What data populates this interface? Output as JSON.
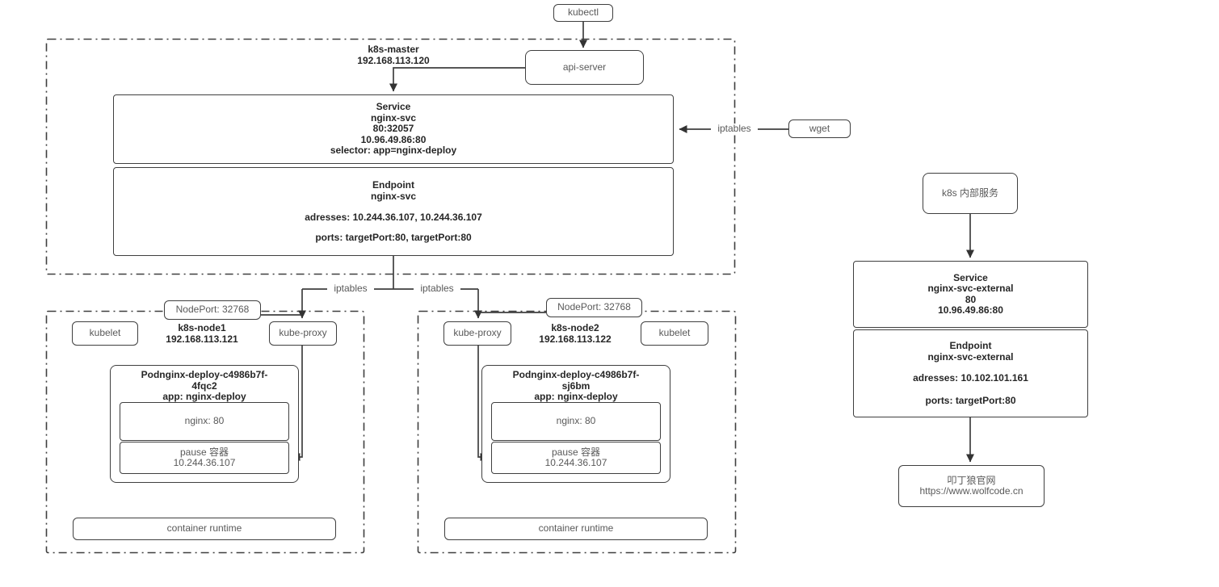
{
  "colors": {
    "border": "#3f3f3f",
    "text_dark": "#262626",
    "text_gray": "#595959",
    "background": "#ffffff"
  },
  "top": {
    "kubectl": "kubectl",
    "api_server": "api-server",
    "wget": "wget"
  },
  "labels": {
    "iptables_wget": "iptables",
    "iptables_node1": "iptables",
    "iptables_node2": "iptables"
  },
  "master": {
    "name": "k8s-master",
    "ip": "192.168.113.120",
    "service": {
      "title": "Service",
      "name": "nginx-svc",
      "port": "80:32057",
      "cluster_ip": "10.96.49.86:80",
      "selector": "selector: app=nginx-deploy"
    },
    "endpoint": {
      "title": "Endpoint",
      "name": "nginx-svc",
      "addresses": "adresses: 10.244.36.107, 10.244.36.107",
      "ports": "ports: targetPort:80, targetPort:80"
    }
  },
  "node1": {
    "nodeport": "NodePort: 32768",
    "kubelet": "kubelet",
    "kube_proxy": "kube-proxy",
    "name": "k8s-node1",
    "ip": "192.168.113.121",
    "pod": {
      "title_line1": "Podnginx-deploy-c4986b7f-",
      "title_line2": "4fqc2",
      "app_label": "app: nginx-deploy",
      "nginx_container": "nginx: 80",
      "pause_container": "pause 容器",
      "pause_ip": "10.244.36.107"
    },
    "container_runtime": "container runtime"
  },
  "node2": {
    "nodeport": "NodePort: 32768",
    "kubelet": "kubelet",
    "kube_proxy": "kube-proxy",
    "name": "k8s-node2",
    "ip": "192.168.113.122",
    "pod": {
      "title_line1": "Podnginx-deploy-c4986b7f-",
      "title_line2": "sj6bm",
      "app_label": "app: nginx-deploy",
      "nginx_container": "nginx: 80",
      "pause_container": "pause 容器",
      "pause_ip": "10.244.36.107"
    },
    "container_runtime": "container runtime"
  },
  "external": {
    "entry": "k8s 内部服务",
    "service": {
      "title": "Service",
      "name": "nginx-svc-external",
      "port": "80",
      "cluster_ip": "10.96.49.86:80"
    },
    "endpoint": {
      "title": "Endpoint",
      "name": "nginx-svc-external",
      "addresses": "adresses: 10.102.101.161",
      "ports": "ports: targetPort:80"
    },
    "website": {
      "name": "叩丁狼官网",
      "url": "https://www.wolfcode.cn"
    }
  }
}
